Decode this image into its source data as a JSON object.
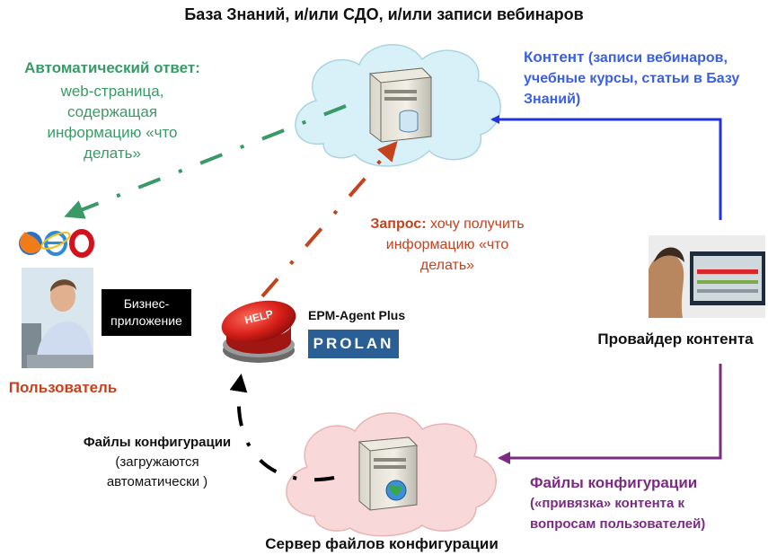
{
  "title": "База Знаний, и/или СДО, и/или записи вебинаров",
  "auto_reply": {
    "heading": "Автоматический ответ:",
    "lines": [
      "web-страница,",
      "содержащая",
      "информацию «что",
      "делать»"
    ]
  },
  "content": {
    "heading": "Контент",
    "lines": [
      "(записи вебинаров,",
      "учебные курсы, статьи в Базу",
      "Знаний)"
    ]
  },
  "request": {
    "heading": "Запрос:",
    "lines": [
      "хочу получить",
      "информацию «что",
      "делать»"
    ]
  },
  "business_app": {
    "lines": [
      "Бизнес-",
      "приложение"
    ]
  },
  "product": {
    "name": "EPM-Agent Plus",
    "logo_text": "PROLAN"
  },
  "help_button": {
    "text": "HELP"
  },
  "user": {
    "label": "Пользователь"
  },
  "provider": {
    "label": "Провайдер контента"
  },
  "config_left": {
    "heading": "Файлы конфигурации",
    "lines": [
      "(загружаются",
      "автоматически )"
    ]
  },
  "server": {
    "label": "Сервер файлов конфигурации"
  },
  "config_right": {
    "heading": "Файлы конфигурации",
    "lines": [
      "(«привязка» контента к",
      "вопросам пользователей)"
    ]
  },
  "colors": {
    "auto_reply": "#3a9a67",
    "content": "#3b5fe0",
    "request": "#c4421e",
    "config": "#7b2c82",
    "cloud_blue": "#d8f1f8",
    "cloud_pink": "#f8d8d8"
  }
}
